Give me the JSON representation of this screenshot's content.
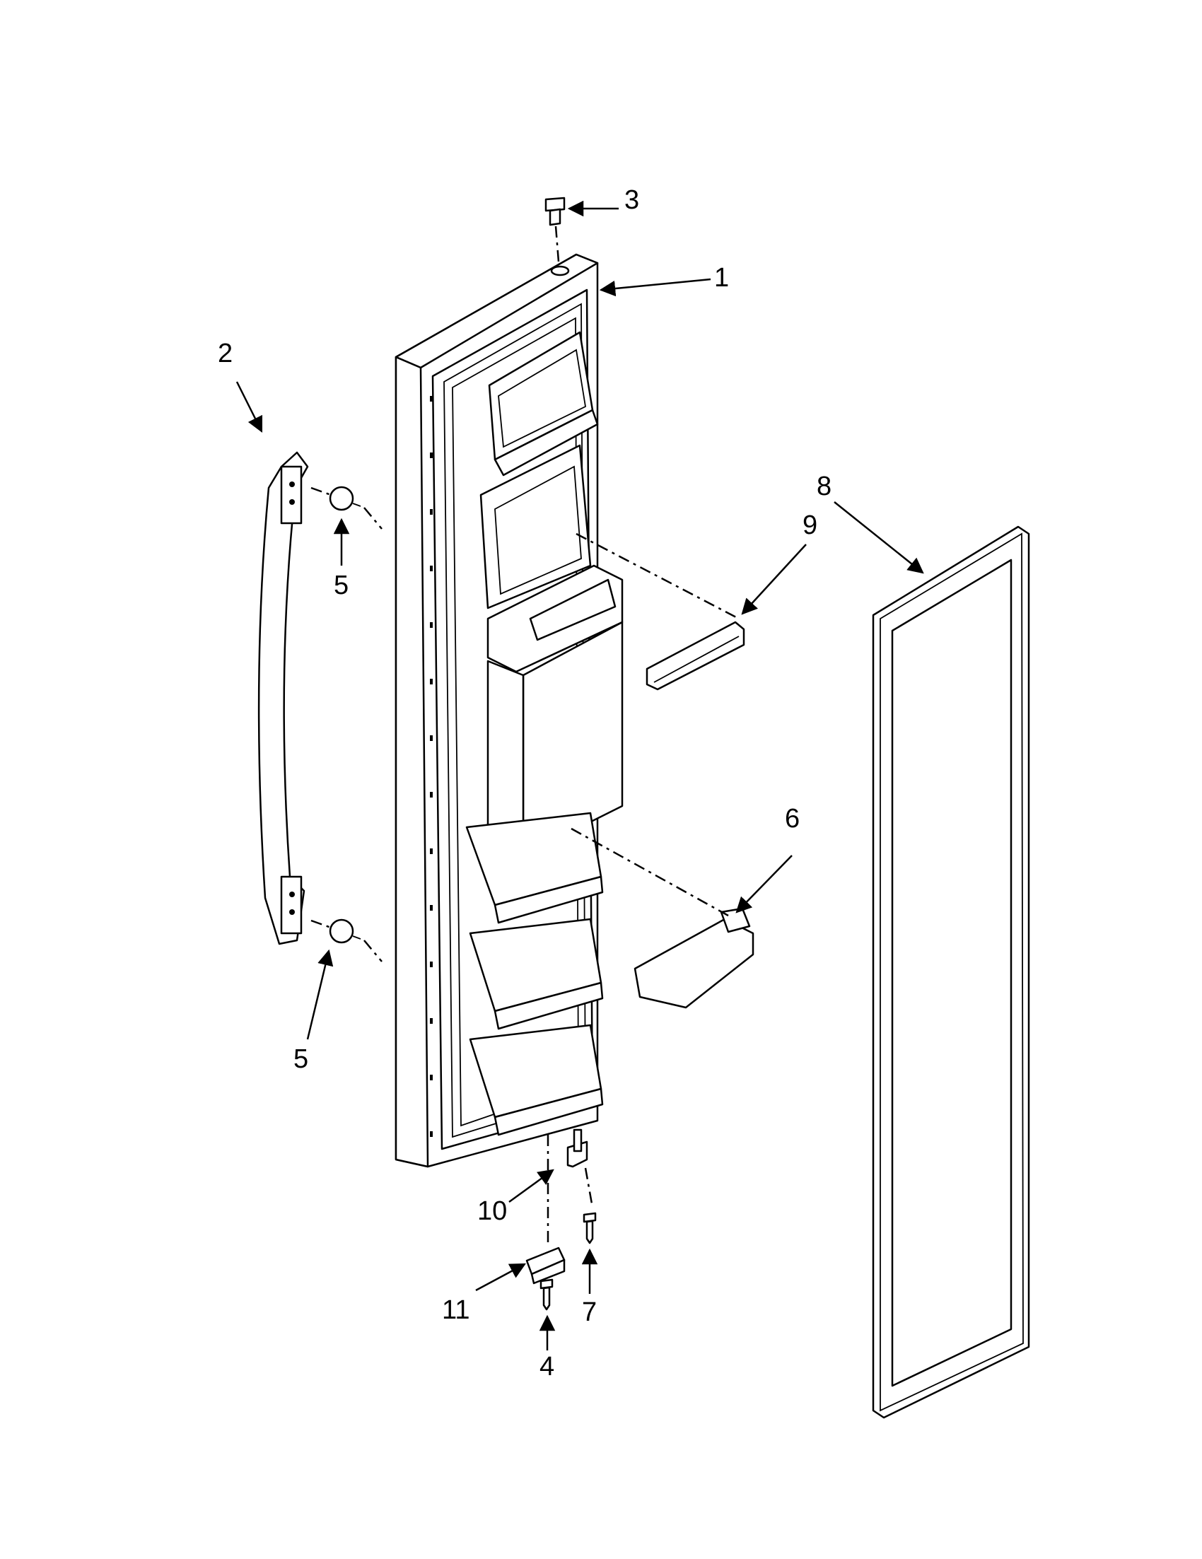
{
  "callouts": [
    {
      "id": "label-1",
      "text": "1"
    },
    {
      "id": "label-2",
      "text": "2"
    },
    {
      "id": "label-3",
      "text": "3"
    },
    {
      "id": "label-4",
      "text": "4"
    },
    {
      "id": "label-5a",
      "text": "5"
    },
    {
      "id": "label-5b",
      "text": "5"
    },
    {
      "id": "label-6",
      "text": "6"
    },
    {
      "id": "label-7",
      "text": "7"
    },
    {
      "id": "label-8",
      "text": "8"
    },
    {
      "id": "label-9",
      "text": "9"
    },
    {
      "id": "label-10",
      "text": "10"
    },
    {
      "id": "label-11",
      "text": "11"
    }
  ]
}
